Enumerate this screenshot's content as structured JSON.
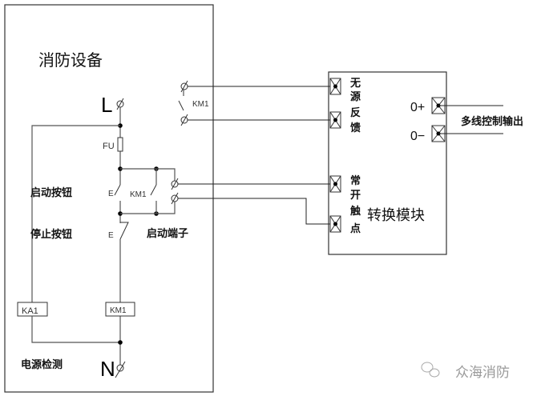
{
  "equipment": {
    "title": "消防设备",
    "terminal_L": "L",
    "terminal_N": "N",
    "fuse_label": "FU",
    "start_button_label": "启动按钮",
    "stop_button_label": "停止按钮",
    "button_marker": "E",
    "contact_label": "KM1",
    "start_terminal_label": "启动端子",
    "relay_ka1": "KA1",
    "relay_km1": "KM1",
    "power_detect_label": "电源检测",
    "feedback_contact_label": "KM1"
  },
  "module": {
    "title": "转换模块",
    "feedback_label": [
      "无",
      "源",
      "反",
      "馈"
    ],
    "no_contact_label": [
      "常",
      "开",
      "触",
      "点"
    ],
    "out_plus": "0+",
    "out_minus": "0−",
    "output_label": "多线控制输出"
  },
  "watermark": {
    "text": "众海消防",
    "icon": "wechat-icon"
  }
}
